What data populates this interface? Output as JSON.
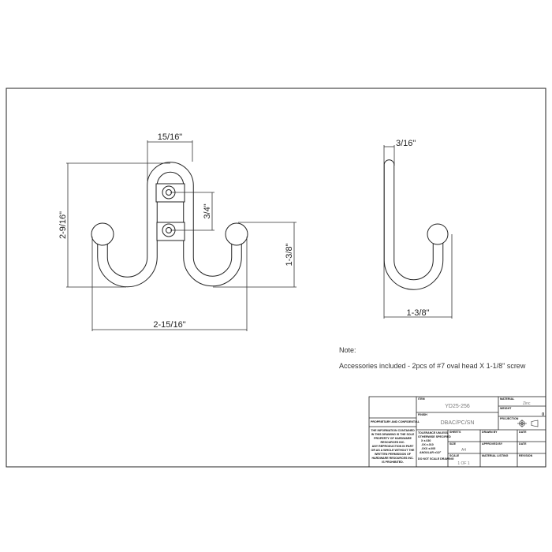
{
  "drawing": {
    "front_view": {
      "dim_top_width": "15/16\"",
      "dim_height": "2-9/16\"",
      "dim_screw_spacing": "3/4\"",
      "dim_hook_height": "1-3/8\"",
      "dim_overall_width": "2-15/16\""
    },
    "side_view": {
      "dim_wire": "3/16\"",
      "dim_depth": "1-3/8\""
    },
    "note_title": "Note:",
    "note_text": "Accessories included - 2pcs of #7 oval head X 1-1/8\" screw"
  },
  "title_block": {
    "proprietary_label": "PROPRIETARY AND CONFIDENTIAL",
    "proprietary_text": [
      "THE INFORMATION CONTAINED",
      "IN THIS DRAWING IS THE SOLE",
      "PROPERTY OF HARDWARE",
      "RESOURCES INC.",
      "ANY REPRODUCTION IN PART",
      "OR AS A WHOLE WITHOUT THE",
      "WRITTEN PERMISSION OF",
      "HARDWARE RESOURCES INC.",
      "IS PROHIBITED."
    ],
    "item_label": "ITEM",
    "item_value": "YD25-256",
    "finish_label": "FINISH",
    "finish_value": "DBAC/PC/SN",
    "material_label": "MATERIAL",
    "material_value": "Zinc",
    "weight_label": "WEIGHT",
    "weight_value": "0",
    "projection_label": "PROJECTION",
    "tolerance_text": [
      "TOLERANCE UNLESS",
      "OTHERWISE SPECIFIED",
      "X      ±.030",
      ".XX    ±.010",
      ".XXX   ±.005",
      "ANGULAR ±1/2°"
    ],
    "do_not_scale": "DO NOT SCALE DRAWING",
    "sheets_label": "SHEETS",
    "size_label": "SIZE",
    "size_value": "A4",
    "scale_label": "SCALE",
    "scale_value": "1 OF 1",
    "drawn_by_label": "DRAWN BY",
    "approved_by_label": "APPROVED BY",
    "material_listing_label": "MATERIAL LISTING",
    "date_label": "DATE",
    "date2_label": "DATE",
    "revision_label": "REVISION"
  }
}
